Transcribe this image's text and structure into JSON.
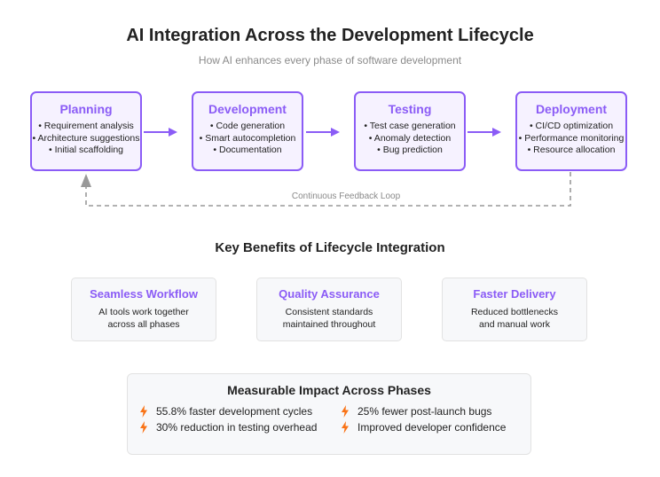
{
  "title": "AI Integration Across the Development Lifecycle",
  "subtitle": "How AI enhances every phase of software development",
  "accent_color": "#8b5cf6",
  "loop_color": "#999999",
  "bolt_color": "#f97316",
  "phases": [
    {
      "title": "Planning",
      "items": [
        "• Requirement analysis",
        "• Architecture suggestions",
        "• Initial scaffolding"
      ]
    },
    {
      "title": "Development",
      "items": [
        "• Code generation",
        "• Smart autocompletion",
        "• Documentation"
      ]
    },
    {
      "title": "Testing",
      "items": [
        "• Test case generation",
        "• Anomaly detection",
        "• Bug prediction"
      ]
    },
    {
      "title": "Deployment",
      "items": [
        "• CI/CD optimization",
        "• Performance monitoring",
        "• Resource allocation"
      ]
    }
  ],
  "feedback_loop_label": "Continuous Feedback Loop",
  "benefits_heading": "Key Benefits of Lifecycle Integration",
  "benefits": [
    {
      "title": "Seamless Workflow",
      "description": "AI tools work together\nacross all phases"
    },
    {
      "title": "Quality Assurance",
      "description": "Consistent standards\nmaintained throughout"
    },
    {
      "title": "Faster Delivery",
      "description": "Reduced bottlenecks\nand manual work"
    }
  ],
  "impact": {
    "title": "Measurable Impact Across Phases",
    "items": [
      "55.8% faster development cycles",
      "25% fewer post-launch bugs",
      "30% reduction in testing overhead",
      "Improved developer confidence"
    ],
    "item_icon": "lightning-bolt-icon"
  }
}
